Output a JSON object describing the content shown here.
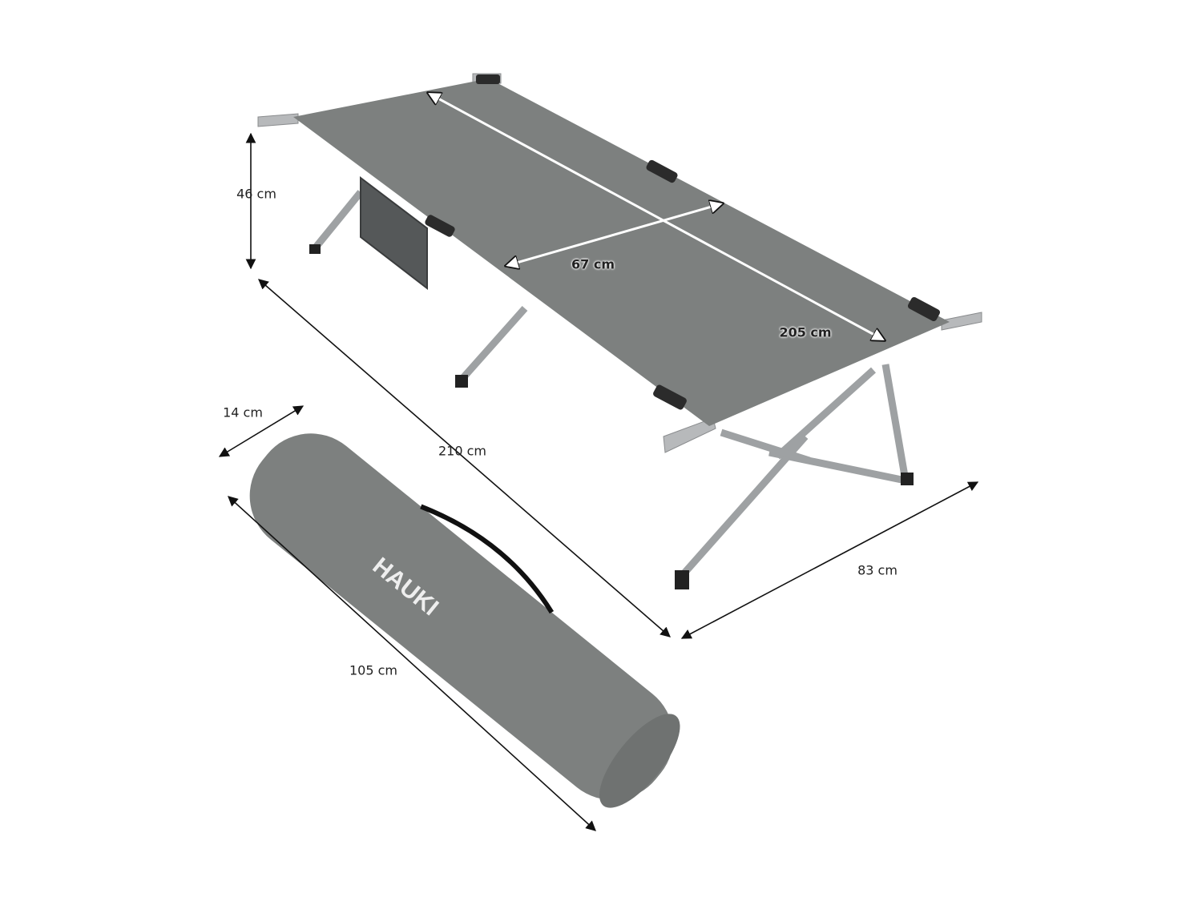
{
  "product": {
    "brand_logo_text": "HAUKI",
    "colors": {
      "fabric": "#7d807f",
      "frame": "#a9abad",
      "arrow": "#111111",
      "arrow_on_fabric": "#ffffff"
    }
  },
  "dimensions": {
    "height": "46 cm",
    "frame_length": "210 cm",
    "frame_width": "83 cm",
    "fabric_length": "205 cm",
    "fabric_width": "67 cm",
    "bag_diameter": "14 cm",
    "bag_length": "105 cm"
  }
}
